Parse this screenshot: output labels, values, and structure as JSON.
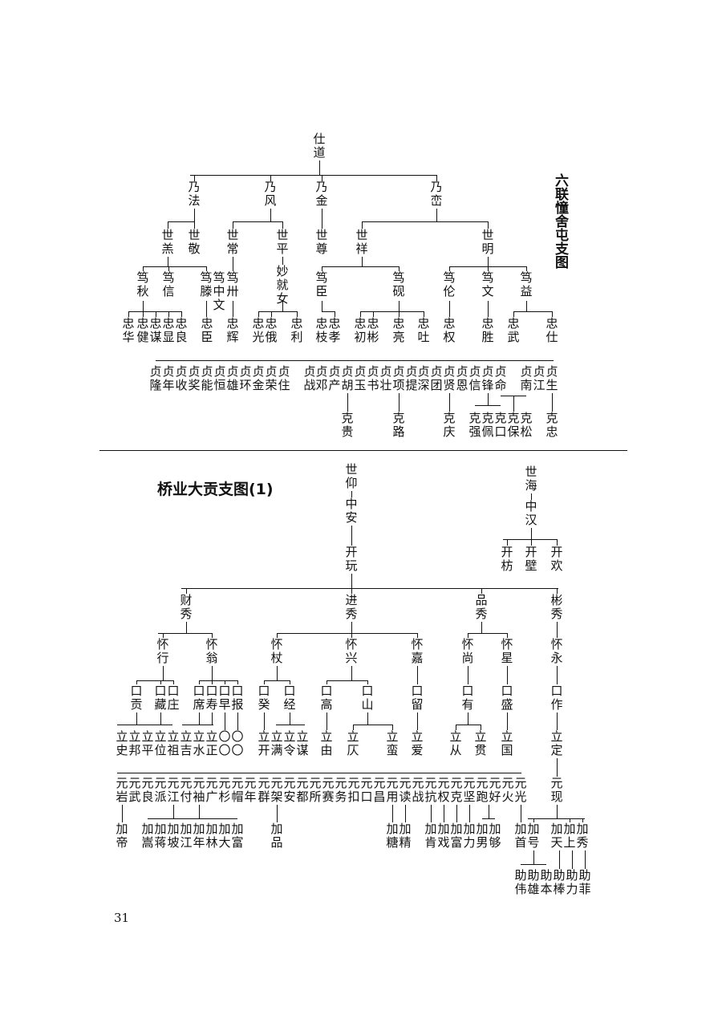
{
  "titles": {
    "chart1": "六联憧舍屯支图",
    "chart2": "桥业大贡支图(1)"
  },
  "page_number": "31",
  "chart1_nodes": [
    [
      "仕道"
    ],
    [
      "乃法",
      "乃风",
      "乃金",
      "乃峦"
    ],
    [
      "世羔",
      "世敬",
      "世常",
      "世平",
      "世尊",
      "世祥",
      "世明"
    ],
    [
      "妙就女"
    ],
    [
      "笃秋",
      "笃信",
      "笃滕",
      "笃中文",
      "笃卅",
      "笃臣",
      "笃砚",
      "笃伦",
      "笃文",
      "笃益"
    ],
    [
      "忠华",
      "忠健",
      "忠谋",
      "忠显",
      "忠良",
      "忠臣",
      "忠辉",
      "忠光",
      "忠俄",
      "忠利",
      "忠枝",
      "忠孝",
      "忠初",
      "忠彬",
      "忠亮",
      "忠吐",
      "忠权",
      "忠胜",
      "忠武",
      "忠仕"
    ],
    [
      "贞隆",
      "贞年",
      "贞收",
      "贞奖",
      "贞能",
      "贞恒",
      "贞雄",
      "贞环",
      "贞金",
      "贞荣",
      "贞住",
      "贞战",
      "贞邓",
      "贞产",
      "贞胡",
      "贞玉",
      "贞书",
      "贞壮",
      "贞项",
      "贞提",
      "贞深",
      "贞团",
      "贞贤",
      "贞恩",
      "贞信",
      "贞锋",
      "贞命",
      "贞南",
      "贞江",
      "贞生"
    ],
    [
      "克贵",
      "克路",
      "克庆",
      "克强",
      "克佩",
      "克口",
      "克保",
      "克松",
      "克忠"
    ]
  ],
  "chart2_nodes": [
    [
      "世仰",
      "中安",
      "开玩",
      "世海",
      "中汉",
      "开枋",
      "开壁",
      "开欢"
    ],
    [
      "财秀",
      "进秀",
      "品秀",
      "彬秀"
    ],
    [
      "怀行",
      "怀翁",
      "怀杖",
      "怀兴",
      "怀嘉",
      "怀尚",
      "怀星",
      "怀永"
    ],
    [
      "口贡",
      "口藏",
      "口庄",
      "口席",
      "口寿",
      "口早",
      "口报",
      "口癸",
      "口经",
      "口高",
      "口山",
      "口留",
      "口有",
      "口盛",
      "口作"
    ],
    [
      "立史",
      "立邦",
      "立平",
      "立位",
      "立祖",
      "立吉",
      "立水",
      "立正",
      "〇〇",
      "〇〇",
      "立开",
      "立满",
      "立令",
      "立谋",
      "立由",
      "立仄",
      "立蛮",
      "立爱",
      "立从",
      "立贯",
      "立国",
      "立定"
    ],
    [
      "元岩",
      "元武",
      "元良",
      "元派",
      "元江",
      "元付",
      "元袖",
      "元广",
      "元杉",
      "元帽",
      "元年",
      "元群",
      "元架",
      "元安",
      "元都",
      "元所",
      "元赛",
      "元务",
      "元扣",
      "元口",
      "元昌",
      "元用",
      "元读",
      "元战",
      "元抗",
      "元权",
      "元克",
      "元坚",
      "元跑",
      "元好",
      "元火",
      "元光",
      "元现"
    ],
    [
      "加帝",
      "加嵩",
      "加蒋",
      "加坡",
      "加江",
      "加年",
      "加林",
      "加大",
      "加富",
      "加品",
      "加糖",
      "加精",
      "加肯",
      "加戏",
      "加富",
      "加力",
      "加男",
      "加够",
      "加首",
      "加号",
      "加天",
      "加上",
      "加秀"
    ],
    [
      "助伟",
      "助雄",
      "助本",
      "助棒",
      "助力",
      "助菲"
    ]
  ]
}
